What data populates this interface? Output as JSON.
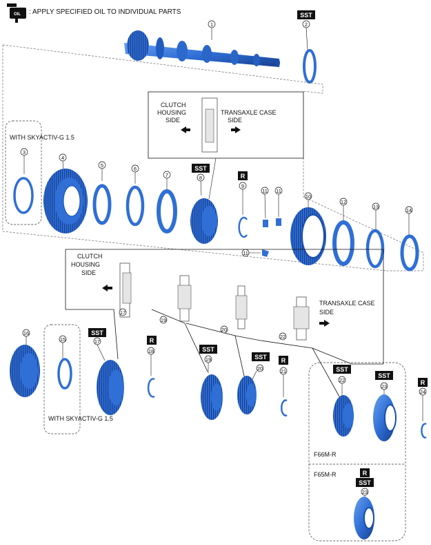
{
  "header": {
    "oil_note": ": APPLY SPECIFIED OIL TO INDIVIDUAL PARTS",
    "oil_icon_text": "OIL"
  },
  "tags": {
    "sst": "SST",
    "r": "R"
  },
  "inset_labels": {
    "clutch_housing_side_1": "CLUTCH",
    "clutch_housing_side_2": "HOUSING",
    "clutch_housing_side_3": "SIDE",
    "transaxle_case_side_1": "TRANSAXLE CASE",
    "transaxle_case_side_2": "SIDE"
  },
  "variant_labels": {
    "skyactiv_top": "WITH SKYACTIV-G 1.5",
    "skyactiv_bottom": "WITH SKYACTIV-G 1.5",
    "f66m": "F66M-R",
    "f65m": "F65M-R"
  },
  "part_numbers": {
    "p1": "1",
    "p2": "2",
    "p3": "3",
    "p4": "4",
    "p5": "5",
    "p6": "6",
    "p7": "7",
    "p8": "8",
    "p9": "9",
    "p10": "10",
    "p11a": "11",
    "p11b": "11",
    "p11c": "11",
    "p12": "12",
    "p13": "13",
    "p14": "14",
    "p15": "15",
    "p16": "16",
    "p17": "17",
    "p17i": "17",
    "p18": "18",
    "p19": "19",
    "p19i": "19",
    "p20": "20",
    "p20i": "20",
    "p21": "21",
    "p22": "22",
    "p22i": "22",
    "p23a": "23",
    "p23b": "23",
    "p24": "24"
  },
  "colors": {
    "part_blue": "#2f6fd6",
    "part_dark": "#1a4fa8",
    "tag_black": "#111111"
  }
}
